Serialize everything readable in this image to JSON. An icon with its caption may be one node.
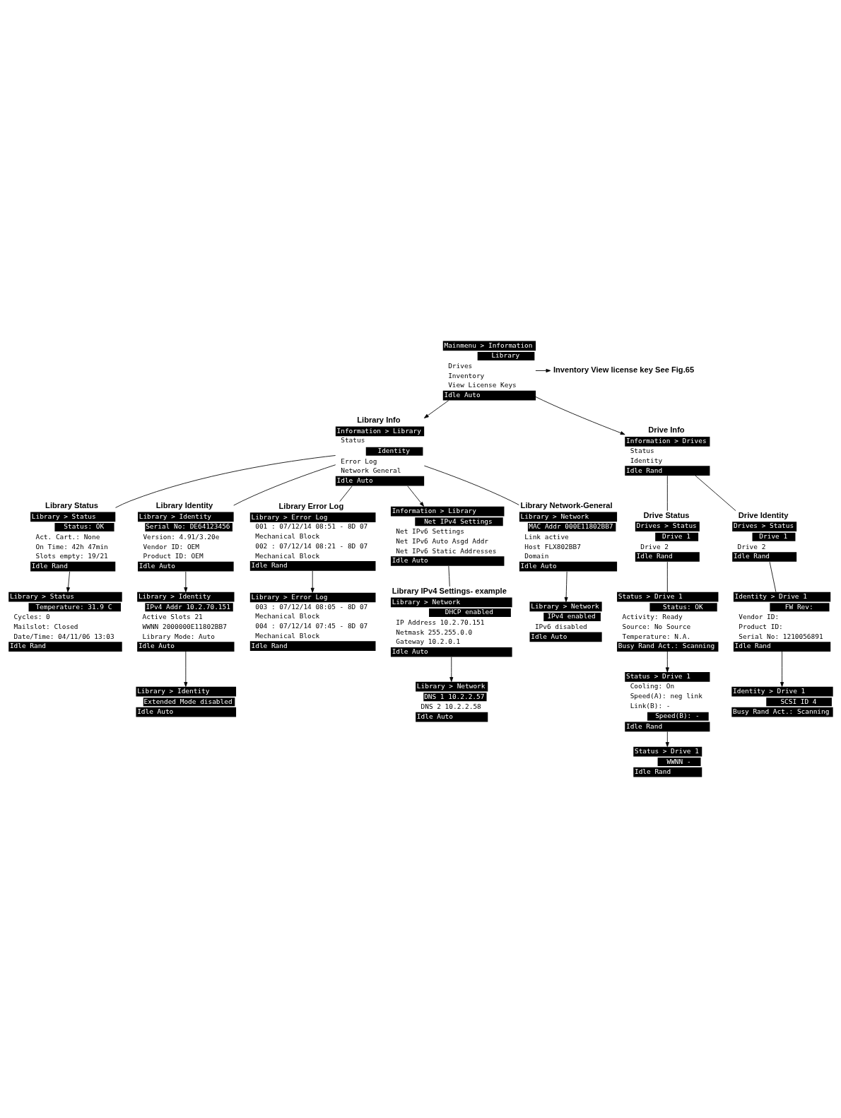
{
  "diagram": {
    "nodes": [
      {
        "text": [
          "Mainmenu > Information",
          "Library",
          "Drives",
          "Inventory",
          "View License Keys",
          "Idle Auto"
        ]
      },
      {
        "text": [
          "Inventory View license key See Fig.65"
        ]
      },
      {
        "text": [
          "Library Info",
          "Information > Library",
          "Status",
          "Identity",
          "Error Log",
          "Network General",
          "Idle Auto"
        ]
      },
      {
        "text": [
          "Drive Info",
          "Information > Drives",
          "Status",
          "Identity",
          "Idle Rand"
        ]
      },
      {
        "text": [
          "Library Status",
          "Library > Status",
          "Status: OK",
          "Act. Cart.: None",
          "On Time: 42h 47min",
          "Slots empty: 19/21",
          "Idle Rand"
        ]
      },
      {
        "text": [
          "Library > Status",
          "Temperature: 31.9 C",
          "Cycles: 0",
          "Mailslot: Closed",
          "Date/Time: 04/11/06 13:03",
          "Idle Rand"
        ]
      },
      {
        "text": [
          "Library Identity",
          "Library > Identity",
          "Serial No: DE64123456",
          "Version: 4.91/3.20e",
          "Vendor ID: OEM",
          "Product ID: OEM",
          "Idle Auto"
        ]
      },
      {
        "text": [
          "Library > Identity",
          "IPv4 Addr 10.2.70.151",
          "Active Slots 21",
          "WWNN 2000000E11802BB7",
          "Library Mode: Auto",
          "Idle Auto"
        ]
      },
      {
        "text": [
          "Library > Identity",
          "Extended Mode disabled",
          "Idle Auto"
        ]
      },
      {
        "text": [
          "Library Error Log",
          "Library > Error Log",
          "001 : 07/12/14 08:51 - 8D 07",
          "Mechanical Block",
          "002 : 07/12/14 08:21 - 8D 07",
          "Mechanical Block",
          "Idle Rand"
        ]
      },
      {
        "text": [
          "Library > Error Log",
          "003 : 07/12/14 08:05 - 8D 07",
          "Mechanical Block",
          "004 : 07/12/14 07:45 - 8D 07",
          "Mechanical Block",
          "Idle Rand"
        ]
      },
      {
        "text": [
          "Information > Library",
          "Net IPv4 Settings",
          "Net IPv6 Settings",
          "Net IPv6 Auto Asgd Addr",
          "Net IPv6 Static Addresses",
          "Idle Auto"
        ]
      },
      {
        "text": [
          "Library Network-General",
          "Library > Network",
          "MAC Addr 000E11802BB7",
          "Link active",
          "Host FLX802BB7",
          "Domain",
          "Idle Auto"
        ]
      },
      {
        "text": [
          "Library > Network",
          "IPv4 enabled",
          "IPv6 disabled",
          "Idle Auto"
        ]
      },
      {
        "text": [
          "Library IPv4 Settings- example",
          "Library > Network",
          "DHCP enabled",
          "IP Address 10.2.70.151",
          "Netmask 255.255.0.0",
          "Gateway 10.2.0.1",
          "Idle Auto"
        ]
      },
      {
        "text": [
          "Library > Network",
          "DNS 1 10.2.2.57",
          "DNS 2 10.2.2.58",
          "Idle Auto"
        ]
      },
      {
        "text": [
          "Drive Status",
          "Drives > Status",
          "Drive 1",
          "Drive 2",
          "Idle Rand"
        ]
      },
      {
        "text": [
          "Status > Drive 1",
          "Status: OK",
          "Activity: Ready",
          "Source: No Source",
          "Temperature: N.A.",
          "Busy Rand Act.: Scanning"
        ]
      },
      {
        "text": [
          "Status > Drive 1",
          "Cooling: On",
          "Speed(A): neg link",
          "Link(B): -",
          "Speed(B): -",
          "Idle Rand"
        ]
      },
      {
        "text": [
          "Status > Drive 1",
          "WWNN -",
          "Idle Rand"
        ]
      },
      {
        "text": [
          "Drive Identity",
          "Drives > Status",
          "Drive 1",
          "Drive 2",
          "Idle Rand"
        ]
      },
      {
        "text": [
          "Identity > Drive 1",
          "FW Rev:",
          "Vendor ID:",
          "Product ID:",
          "Serial No: 1210056891",
          "Idle Rand"
        ]
      },
      {
        "text": [
          "Identity > Drive 1",
          "SCSI ID 4",
          "Busy Rand Act.: Scanning"
        ]
      }
    ],
    "edges": [
      {
        "from": 0,
        "to": 1,
        "arrow": "to"
      },
      {
        "from": 0,
        "to": 2,
        "arrow": "to"
      },
      {
        "from": 0,
        "to": 3,
        "arrow": "to"
      },
      {
        "from": 2,
        "to": 4,
        "arrow": "none"
      },
      {
        "from": 2,
        "to": 6,
        "arrow": "none"
      },
      {
        "from": 2,
        "to": 9,
        "arrow": "none"
      },
      {
        "from": 2,
        "to": 12,
        "arrow": "none"
      },
      {
        "from": 2,
        "to": 11,
        "arrow": "to"
      },
      {
        "from": 3,
        "to": 16,
        "arrow": "none"
      },
      {
        "from": 3,
        "to": 20,
        "arrow": "none"
      },
      {
        "from": 4,
        "to": 5,
        "arrow": "to"
      },
      {
        "from": 6,
        "to": 7,
        "arrow": "to"
      },
      {
        "from": 7,
        "to": 8,
        "arrow": "to"
      },
      {
        "from": 9,
        "to": 10,
        "arrow": "to"
      },
      {
        "from": 11,
        "to": 14,
        "arrow": "none"
      },
      {
        "from": 12,
        "to": 13,
        "arrow": "to"
      },
      {
        "from": 14,
        "to": 15,
        "arrow": "to"
      },
      {
        "from": 16,
        "to": 17,
        "arrow": "none"
      },
      {
        "from": 17,
        "to": 18,
        "arrow": "to"
      },
      {
        "from": 18,
        "to": 19,
        "arrow": "to"
      },
      {
        "from": 20,
        "to": 21,
        "arrow": "none"
      },
      {
        "from": 21,
        "to": 22,
        "arrow": "to"
      }
    ]
  }
}
